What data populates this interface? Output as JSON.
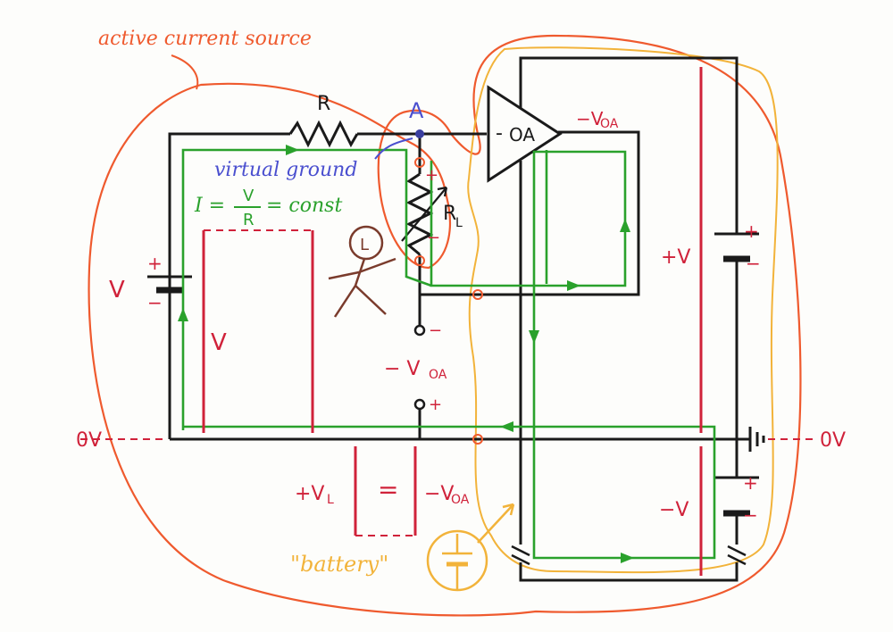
{
  "labels": {
    "title": "active current source",
    "resistor_r": "R",
    "node_a": "A",
    "op_amp": "OA",
    "op_amp_minus": "-",
    "output_voltage": "−V",
    "output_voltage_sub": "OA",
    "virtual_ground": "virtual ground",
    "current_eq_left": "I =",
    "current_eq_num": "V",
    "current_eq_den": "R",
    "current_eq_right": "= const",
    "load": "R",
    "load_sub": "L",
    "person": "L",
    "source_v": "V",
    "source_v_plus": "+",
    "source_v_minus": "−",
    "v_across": "V",
    "plus_v": "+V",
    "minus_v": "−V",
    "zero_left": "0V",
    "zero_right": "0V",
    "vda_mid": "− V",
    "vda_mid_sub": "OA",
    "vda_eq": "−V",
    "vda_eq_sub": "OA",
    "vl": "+V",
    "vl_sub": "L",
    "equals": "=",
    "battery": "\"battery\"",
    "term_minus": "−",
    "term_plus": "+",
    "rl_plus": "+",
    "rl_minus": "−",
    "bat_plus_top": "+",
    "bat_minus_top": "−",
    "bat_plus_bot": "+",
    "bat_minus_bot": "−"
  },
  "colors": {
    "wire": "#1a1a1a",
    "orange_outline": "#ef5a2e",
    "yellow_outline": "#f2b33a",
    "green_flow": "#2aa12c",
    "red_voltage": "#d0223a",
    "blue_label": "#4a4fcf",
    "brown_person": "#7a3b2c"
  }
}
